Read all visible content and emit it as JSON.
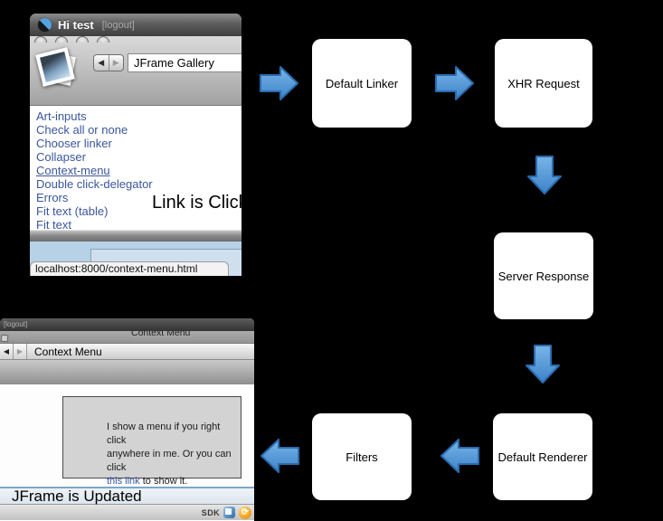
{
  "diagram": {
    "boxes": [
      {
        "label": "Default Linker"
      },
      {
        "label": "XHR Request"
      },
      {
        "label": "Server Response"
      },
      {
        "label": "Default Renderer"
      },
      {
        "label": "Filters"
      }
    ],
    "captions": {
      "link_clicked": "Link is Click",
      "jframe_updated": "JFrame is Updated"
    }
  },
  "top_browser": {
    "window_title": "Hi test",
    "logout_label": "[logout]",
    "location_label": "JFrame Gallery",
    "links": [
      "Art-inputs",
      "Check all or none",
      "Chooser linker",
      "Collapser",
      "Context-menu",
      "Double click-delegator",
      "Errors",
      "Fit text (table)",
      "Fit text"
    ],
    "status_url": "localhost:8000/context-menu.html"
  },
  "bottom_browser": {
    "logout_label": "[logout]",
    "clipped_title": "Context Menu",
    "toolbar_title": "Context Menu",
    "panel": {
      "line1": "I show a menu if you right click",
      "line2": "anywhere in me. Or you can click",
      "link_text": "this link",
      "line3_rest": " to show it."
    },
    "statusbar": {
      "sdk_label": "SDK"
    }
  },
  "icons": {
    "back_glyph": "◀",
    "forward_glyph": "▶",
    "refresh_glyph": "⟳"
  },
  "colors": {
    "arrow_fill_top": "#79b5e8",
    "arrow_fill_bottom": "#3c83c9",
    "arrow_stroke": "#2a6cae",
    "link_color": "#3a569b"
  }
}
